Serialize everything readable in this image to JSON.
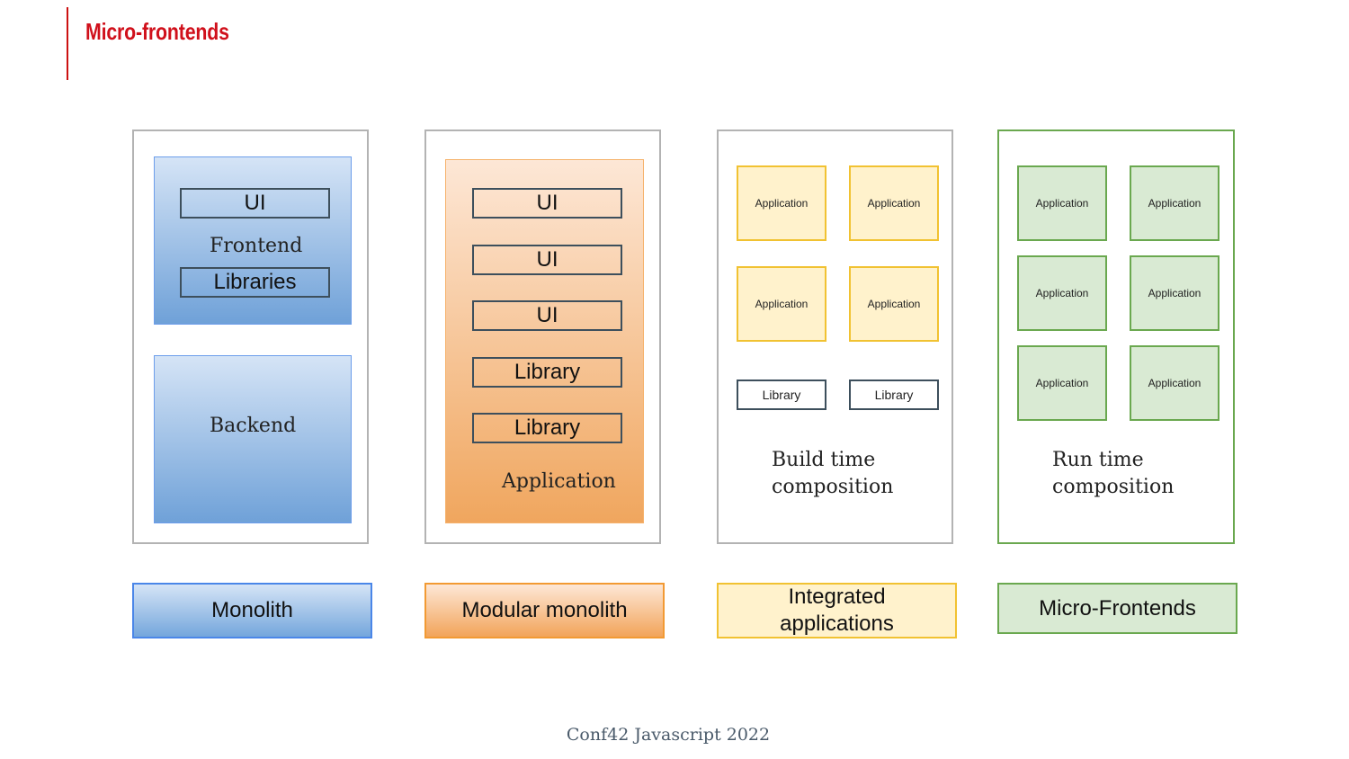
{
  "title": "Micro-frontends",
  "monolith": {
    "ui": "UI",
    "frontend": "Frontend",
    "libraries": "Libraries",
    "backend": "Backend"
  },
  "modular": {
    "items": [
      "UI",
      "UI",
      "UI",
      "Library",
      "Library"
    ],
    "application": "Application"
  },
  "integrated": {
    "apps": [
      "Application",
      "Application",
      "Application",
      "Application"
    ],
    "libraries": [
      "Library",
      "Library"
    ],
    "caption_line1": "Build time",
    "caption_line2": "composition"
  },
  "microfrontends": {
    "apps": [
      "Application",
      "Application",
      "Application",
      "Application",
      "Application",
      "Application"
    ],
    "caption_line1": "Run time",
    "caption_line2": "composition"
  },
  "legend": {
    "monolith": "Monolith",
    "modular": "Modular monolith",
    "integrated_line1": "Integrated",
    "integrated_line2": "applications",
    "micro": "Micro-Frontends"
  },
  "footer": "Conf42 Javascript 2022",
  "colors": {
    "accent": "#d0101b",
    "blue": "#6d9eeb",
    "orange": "#f6b26b",
    "yellow": "#f1c232",
    "green": "#6aa84f"
  }
}
